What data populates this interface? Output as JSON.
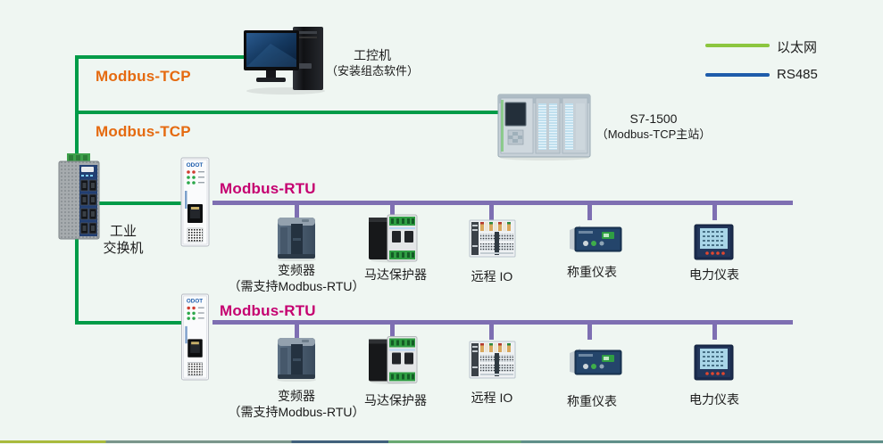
{
  "colors": {
    "ethernet": "#009b48",
    "ethernet_legend": "#8cc63f",
    "rs485": "#1e5cab",
    "rtu_bus": "#7e6fb2",
    "tcp_text": "#e56a10",
    "rtu_text": "#c50070"
  },
  "legend": {
    "items": [
      {
        "label": "以太网",
        "line": "green"
      },
      {
        "label": "RS485",
        "line": "blue"
      }
    ]
  },
  "links": {
    "tcp1": "Modbus-TCP",
    "tcp2": "Modbus-TCP"
  },
  "nodes": {
    "ipc": {
      "title": "工控机",
      "subtitle": "（安装组态软件）"
    },
    "plc": {
      "title": "S7-1500",
      "subtitle": "（Modbus-TCP主站）"
    },
    "switch": {
      "title": "工业",
      "subtitle": "交换机"
    }
  },
  "rows": [
    {
      "bus": "Modbus-RTU",
      "devices": [
        {
          "label": "变频器",
          "note": "（需支持Modbus-RTU）"
        },
        {
          "label": "马达保护器"
        },
        {
          "label": "远程 IO"
        },
        {
          "label": "称重仪表"
        },
        {
          "label": "电力仪表"
        }
      ]
    },
    {
      "bus": "Modbus-RTU",
      "devices": [
        {
          "label": "变频器",
          "note": "（需支持Modbus-RTU）"
        },
        {
          "label": "马达保护器"
        },
        {
          "label": "远程 IO"
        },
        {
          "label": "称重仪表"
        },
        {
          "label": "电力仪表"
        }
      ]
    }
  ]
}
